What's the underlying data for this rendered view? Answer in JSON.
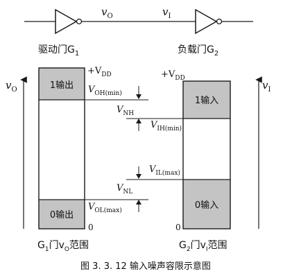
{
  "gates": {
    "driver": {
      "label": "驱动门G",
      "sub": "1"
    },
    "load": {
      "label": "负载门G",
      "sub": "2"
    }
  },
  "signals": {
    "out_v": "v",
    "out_sub": "O",
    "in_v": "v",
    "in_sub": "I"
  },
  "left_axis": {
    "v": "v",
    "sub": "O"
  },
  "right_axis": {
    "v": "v",
    "sub": "I"
  },
  "supply": {
    "plus": "+V",
    "sub": "DD"
  },
  "left_bar": {
    "high_label": "1输出",
    "low_label": "0输出",
    "zero": "0",
    "caption_pre": "G",
    "caption_sub1": "1",
    "caption_mid": "门v",
    "caption_sub2": "O",
    "caption_post": "范围"
  },
  "right_bar": {
    "high_label": "1输入",
    "low_label": "0输入",
    "zero": "0",
    "caption_pre": "G",
    "caption_sub1": "2",
    "caption_mid": "门v",
    "caption_sub2": "I",
    "caption_post": "范围"
  },
  "thresholds": {
    "voh": {
      "v": "V",
      "sub": "OH(min)"
    },
    "vol": {
      "v": "V",
      "sub": "OL(max)"
    },
    "vih": {
      "v": "V",
      "sub": "IH(min)"
    },
    "vil": {
      "v": "V",
      "sub": "IL(max)"
    },
    "vnh": {
      "v": "V",
      "sub": "NH"
    },
    "vnl": {
      "v": "V",
      "sub": "NL"
    }
  },
  "figure_caption": "图 3. 3. 12    输入噪声容限示意图",
  "colors": {
    "shade": "#c4c4c4",
    "line": "#1a1a1a"
  }
}
